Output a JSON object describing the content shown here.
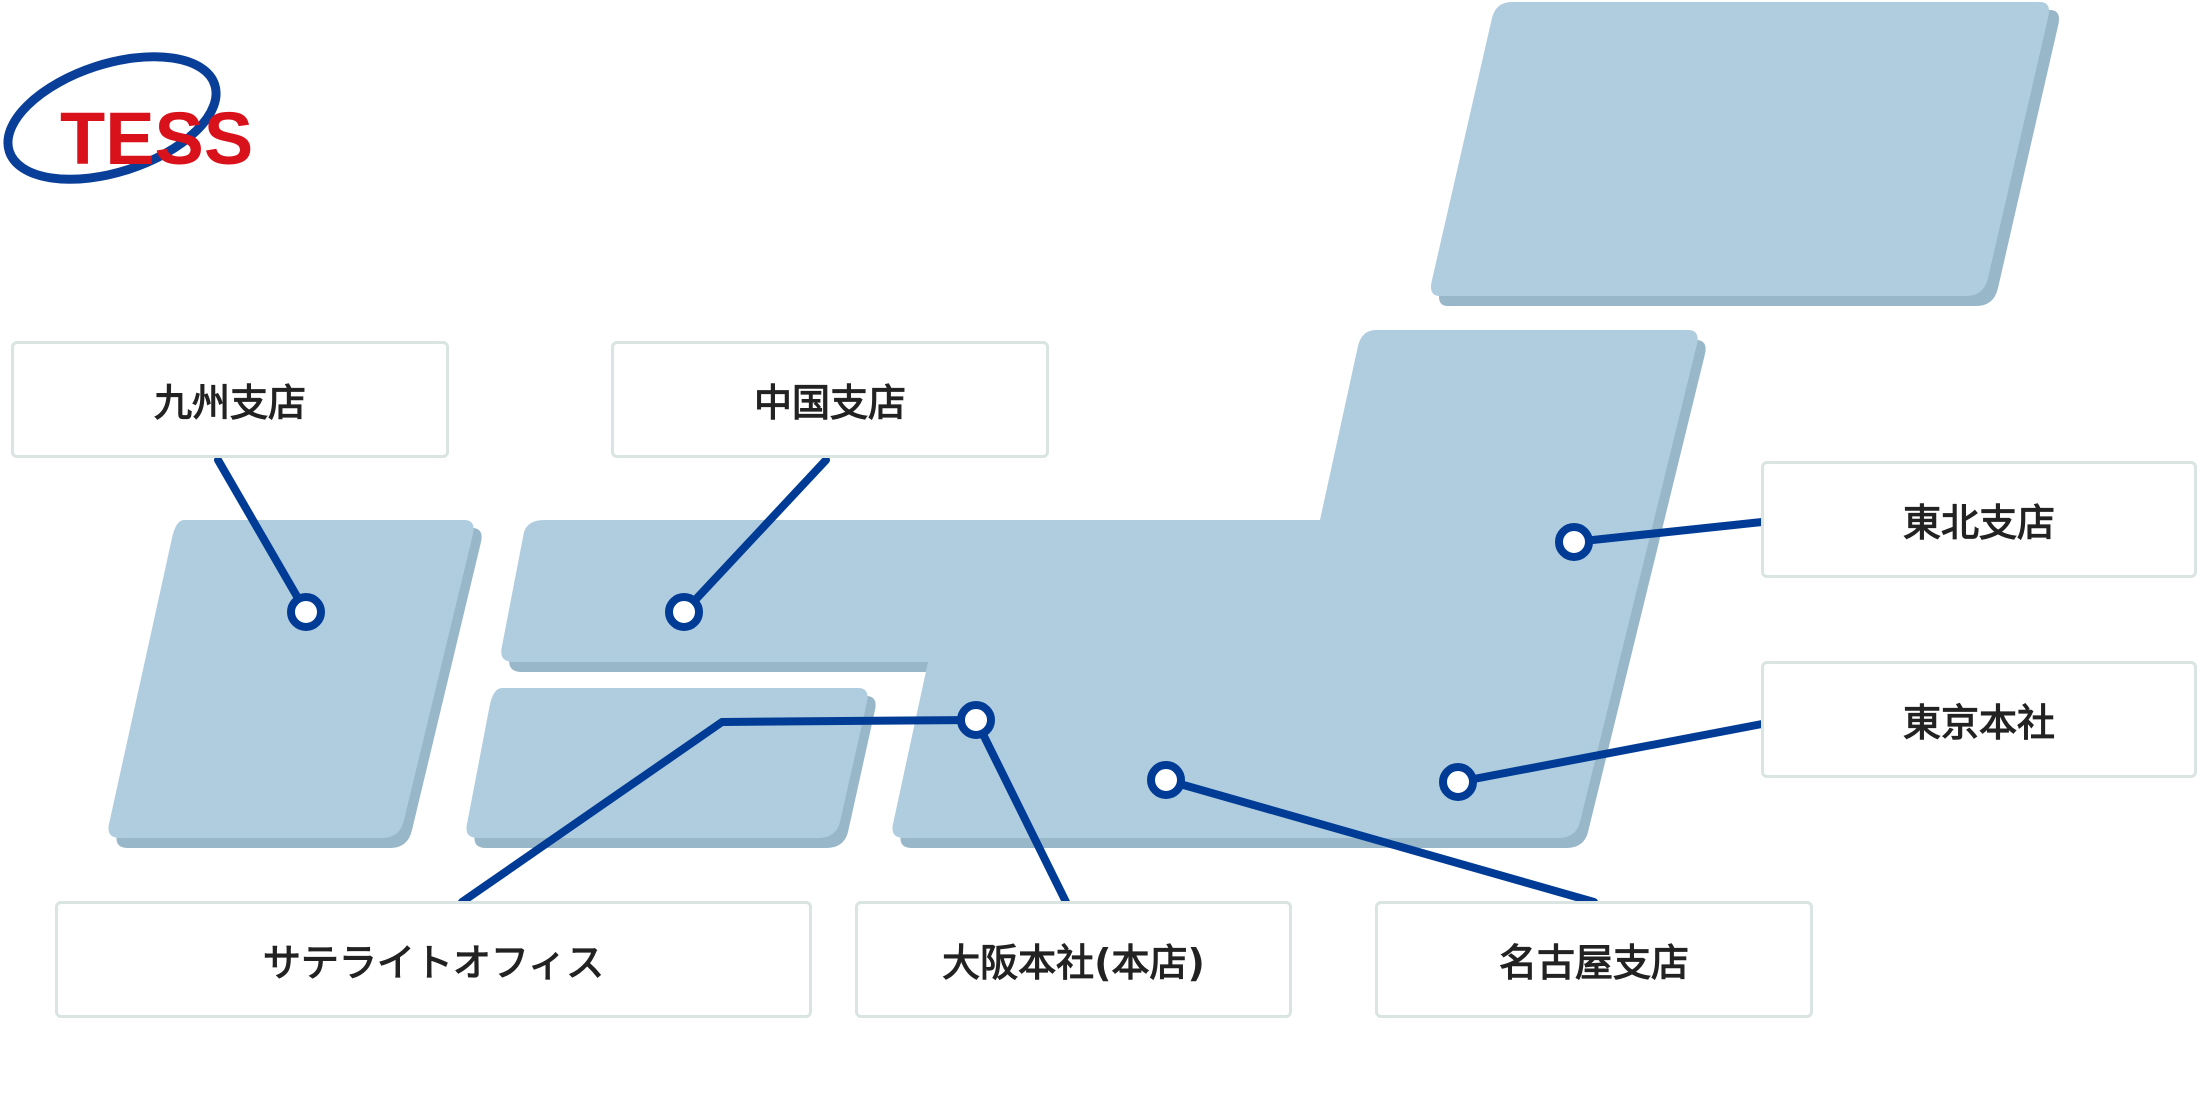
{
  "brand": {
    "logo_text": "TESS",
    "logo_red": "#d9111b",
    "logo_blue": "#0a3f99"
  },
  "colors": {
    "region": "#afcddf",
    "region_shadow": "#98b7c8",
    "leader_line": "#003c96",
    "button_border": "#d9e4e3",
    "button_text": "#222222"
  },
  "offices": {
    "kyushu": "九州支店",
    "chugoku": "中国支店",
    "tohoku": "東北支店",
    "tokyo": "東京本社",
    "satellite": "サテライトオフィス",
    "osaka": "大阪本社(本店)",
    "nagoya": "名古屋支店"
  }
}
